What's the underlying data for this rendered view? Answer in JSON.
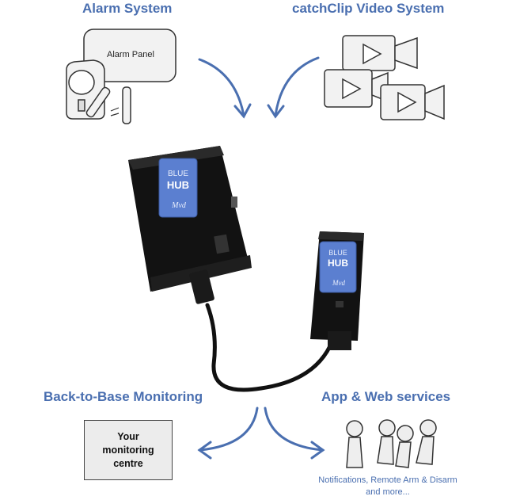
{
  "headings": {
    "alarm": "Alarm System",
    "video": "catchClip Video System",
    "monitoring": "Back-to-Base Monitoring",
    "app": "App & Web services"
  },
  "alarm_panel_label": "Alarm Panel",
  "monitoring_centre": {
    "line1": "Your",
    "line2": "monitoring",
    "line3": "centre"
  },
  "app_caption": {
    "line1": "Notifications, Remote Arm & Disarm",
    "line2": "and more..."
  },
  "device_label": {
    "line1": "BLUE",
    "line2": "HUB",
    "brand": "Mvd"
  },
  "colors": {
    "accent": "#4a6fb0",
    "device": "#111111",
    "label": "#5b7fd0"
  }
}
